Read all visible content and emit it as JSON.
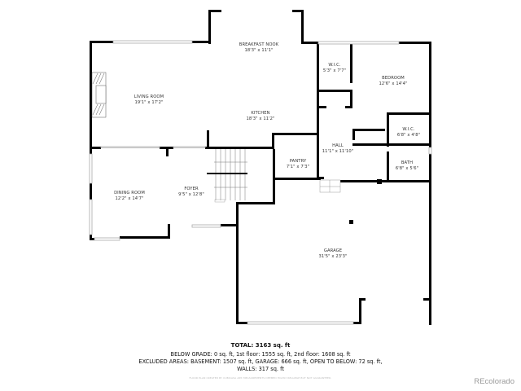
{
  "floorplan": {
    "rooms": [
      {
        "id": "breakfast-nook",
        "name": "BREAKFAST NOOK",
        "dims": "18'3\" x 11'1\""
      },
      {
        "id": "living-room",
        "name": "LIVING ROOM",
        "dims": "19'1\" x 17'2\""
      },
      {
        "id": "kitchen",
        "name": "KITCHEN",
        "dims": "18'3\" x 11'2\""
      },
      {
        "id": "wic-1",
        "name": "W.I.C.",
        "dims": "5'3\" x 7'7\""
      },
      {
        "id": "bedroom",
        "name": "BEDROOM",
        "dims": "12'6\" x 14'4\""
      },
      {
        "id": "wic-2",
        "name": "W.I.C.",
        "dims": "6'8\" x 4'8\""
      },
      {
        "id": "hall",
        "name": "HALL",
        "dims": "11'1\" x 11'10\""
      },
      {
        "id": "bath",
        "name": "BATH",
        "dims": "6'8\" x 5'6\""
      },
      {
        "id": "pantry",
        "name": "PANTRY",
        "dims": "7'1\" x 7'3\""
      },
      {
        "id": "dining-room",
        "name": "DINING ROOM",
        "dims": "12'2\" x 14'7\""
      },
      {
        "id": "foyer",
        "name": "FOYER",
        "dims": "9'5\" x 12'8\""
      },
      {
        "id": "garage",
        "name": "GARAGE",
        "dims": "31'5\" x 23'3\""
      }
    ]
  },
  "summary": {
    "total": "TOTAL: 3163 sq. ft",
    "line1": "BELOW GRADE: 0 sq. ft, 1st floor: 1555 sq. ft, 2nd floor: 1608 sq. ft",
    "line2": "EXCLUDED AREAS: BASEMENT: 1507 sq. ft, GARAGE: 666 sq. ft, OPEN TO BELOW: 72 sq. ft,",
    "line3": "WALLS: 317 sq. ft"
  },
  "disclaimer": "FLOOR PLAN CREATED BY CUBICASA APP. MEASUREMENTS DEEMED HIGHLY RELIABLE BUT NOT GUARANTEED.",
  "brand": "REcolorado",
  "colors": {
    "wall": "#000000",
    "window": "#bbbbbb",
    "text": "#333333",
    "brand": "#9a9a9a"
  }
}
